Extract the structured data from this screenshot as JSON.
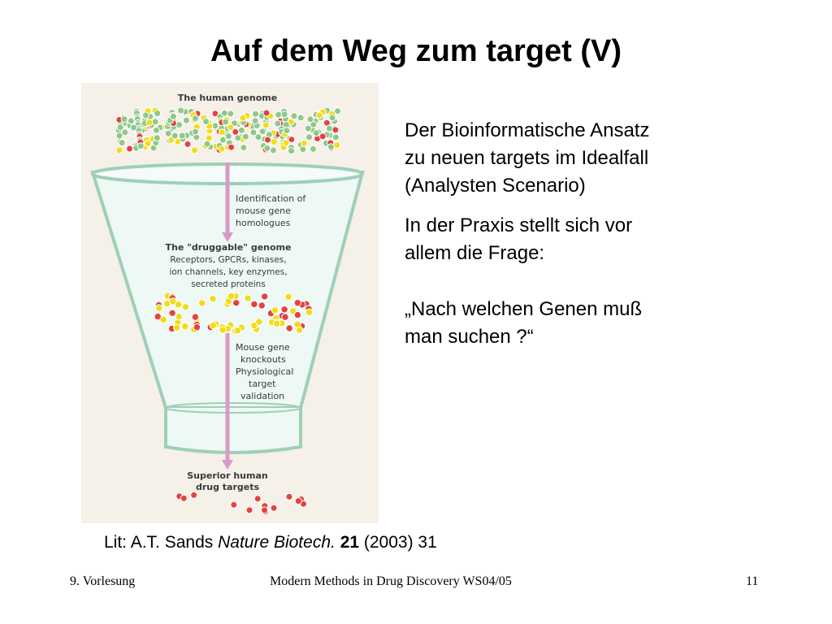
{
  "slide": {
    "title": "Auf dem Weg zum target (V)"
  },
  "figure": {
    "human_genome_label": "The human genome",
    "step1": [
      "Identification of",
      "mouse gene",
      "homologues"
    ],
    "druggable_title": "The \"druggable\" genome",
    "druggable_lines": [
      "Receptors, GPCRs, kinases,",
      "ion channels, key enzymes,",
      "secreted proteins"
    ],
    "step2": [
      "Mouse gene",
      "knockouts",
      "Physiological",
      "target",
      "validation"
    ],
    "superior": [
      "Superior human",
      "drug targets"
    ],
    "colors": {
      "funnel_outline": "#9fcfb8",
      "funnel_fill": "#eef8f4",
      "arrow": "#d79ac8",
      "green_dot": "#8fc88a",
      "yellow_dot": "#f2dc1a",
      "red_dot": "#e34242"
    }
  },
  "text": {
    "para1": [
      "Der Bioinformatische Ansatz",
      "zu neuen targets im Idealfall",
      "(Analysten Scenario)"
    ],
    "para2": [
      "In der Praxis stellt sich vor",
      "allem die Frage:"
    ],
    "para3": [
      "„Nach welchen Genen muß",
      "man suchen ?“"
    ]
  },
  "lit": {
    "prefix": "Lit: A.T. Sands ",
    "journal": "Nature Biotech.",
    "volume": "21",
    "suffix": " (2003) 31"
  },
  "footer": {
    "left": "9. Vorlesung",
    "center": "Modern Methods in Drug Discovery WS04/05",
    "page": "11"
  }
}
